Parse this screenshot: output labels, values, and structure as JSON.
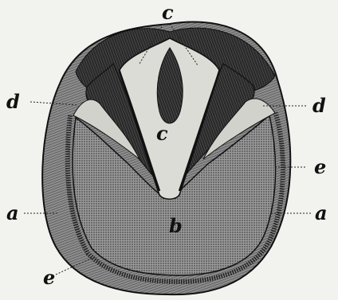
{
  "figure": {
    "labels": {
      "c_top": "c",
      "c_center": "c",
      "d_left": "d",
      "d_right": "d",
      "e_right": "e",
      "e_bottom": "e",
      "a_left": "a",
      "a_right": "a",
      "b_center": "b"
    },
    "colors": {
      "ink": "#111111",
      "paper": "#f2f2ef",
      "wall": "#6b6b6b",
      "sole": "#7d7d7d",
      "frog": "#d9d9d4",
      "bars": "#3a3a3a"
    }
  }
}
